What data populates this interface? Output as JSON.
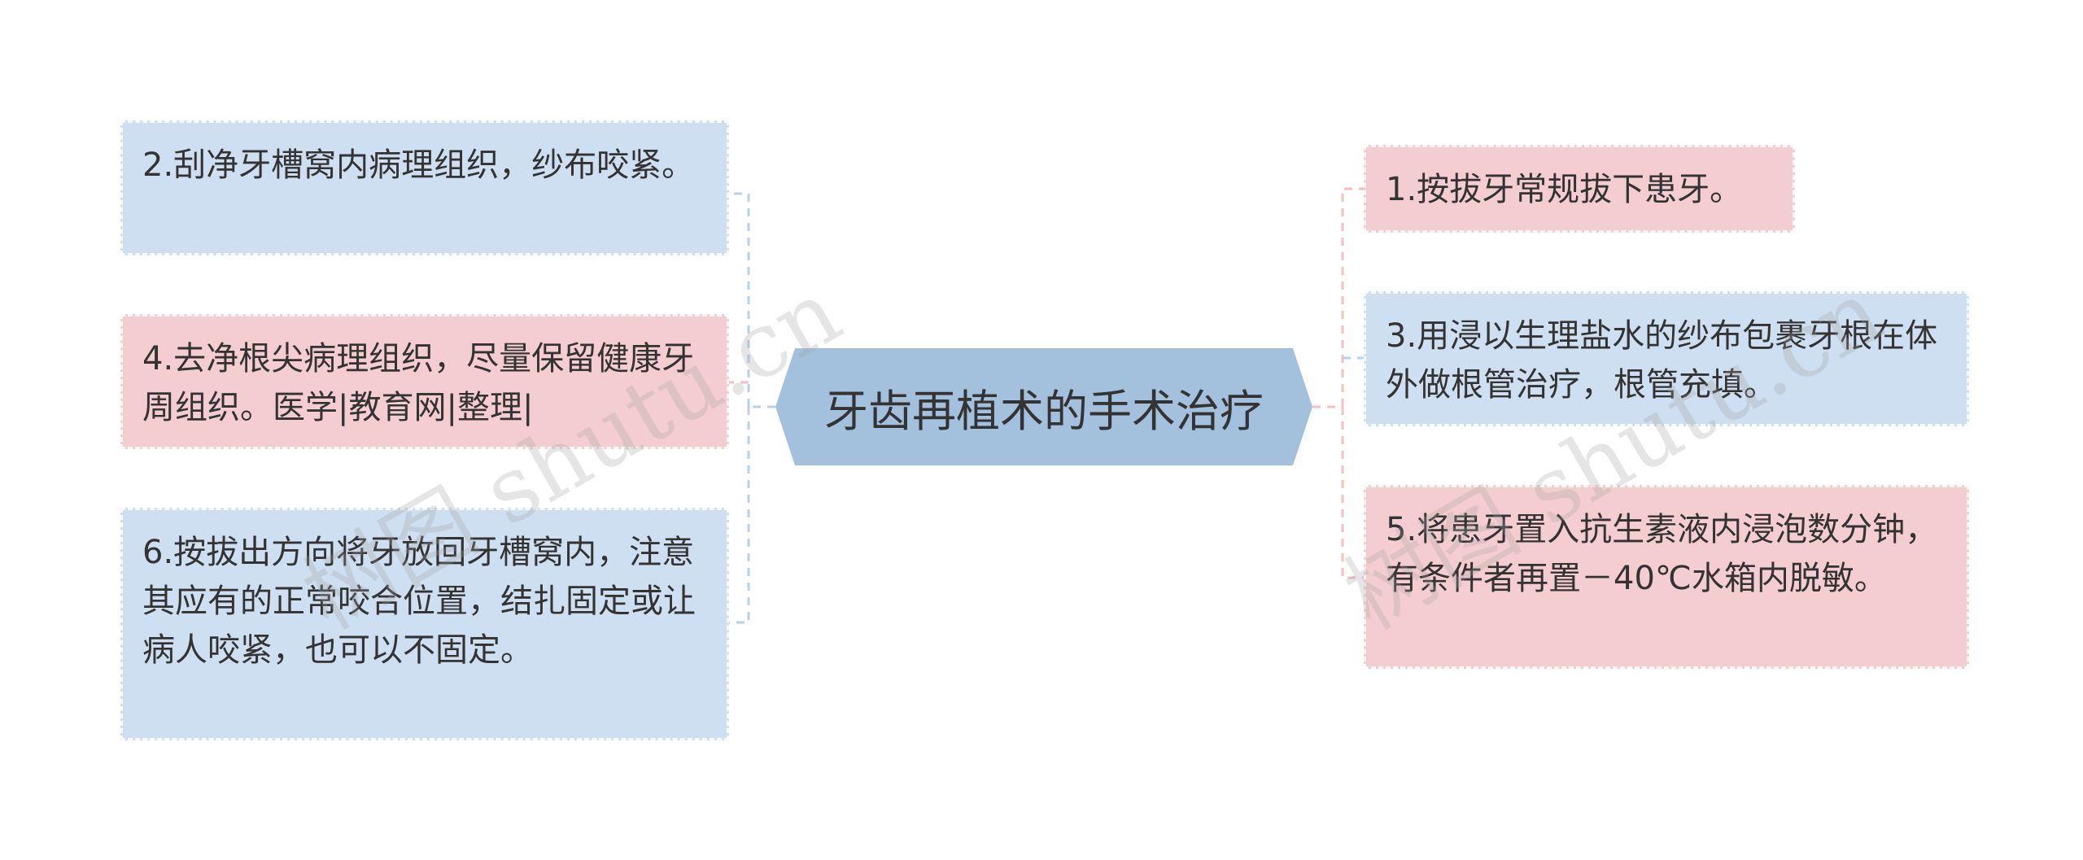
{
  "center": {
    "label": "牙齿再植术的手术治疗"
  },
  "left_nodes": [
    {
      "text": "2.刮净牙槽窝内病理组织，纱布咬紧。"
    },
    {
      "text": "4.去净根尖病理组织，尽量保留健康牙周组织。医学|教育网|整理|"
    },
    {
      "text": "6.按拔出方向将牙放回牙槽窝内，注意其应有的正常咬合位置，结扎固定或让病人咬紧，也可以不固定。"
    }
  ],
  "right_nodes": [
    {
      "text": "1.按拔牙常规拔下患牙。"
    },
    {
      "text": "3.用浸以生理盐水的纱布包裹牙根在体外做根管治疗，根管充填。"
    },
    {
      "text": "5.将患牙置入抗生素液内浸泡数分钟，有条件者再置－40℃水箱内脱敏。"
    }
  ],
  "watermarks": [
    "树图 shutu.cn",
    "树图 shutu.cn"
  ],
  "colors": {
    "center_fill": "#a3c0dc",
    "blue_node": "#cddff0",
    "pink_node": "#f4cdd0",
    "connector_blue": "#b8d0e8",
    "connector_pink": "#f0c0c4"
  }
}
